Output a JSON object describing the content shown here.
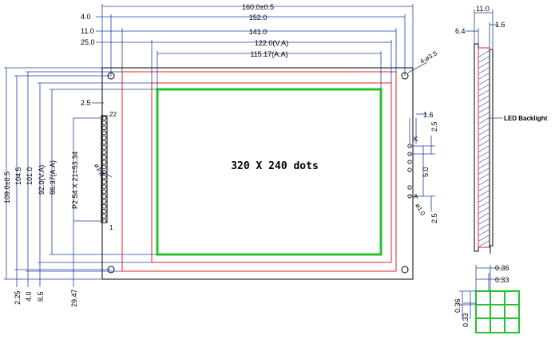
{
  "top_dims": {
    "overall": "160.0±0.5",
    "d152": "152.0",
    "d141": "141.0",
    "va": "122.0(V.A)",
    "aa": "115.17(A.A)",
    "off4": "4.0",
    "off11": "11.0",
    "off25": "25.0"
  },
  "left_dims": {
    "overall": "109.0±0.5",
    "d1045": "104.5",
    "d101": "101.0",
    "va": "92.0(V.A)",
    "aa": "86.37(A.A)",
    "pitch": "P2.54 X 21=53.34"
  },
  "bottom_dims": {
    "b225": "2.25",
    "b40": "4.0",
    "b85": "8.5",
    "b2947": "29.47"
  },
  "connector": {
    "top_offset": "2.5",
    "pin_first": "22",
    "pin_last": "1",
    "pad": "ø1.0"
  },
  "holes_label": "4-ø3.5",
  "display_text": "320 X 240 dots",
  "led_pins": {
    "width": "1.6",
    "k_label": "K",
    "a_label": "A",
    "spacing": "5.0",
    "gap1": "2.5",
    "gap2": "2.5",
    "pad": "ø1.0"
  },
  "side_view": {
    "thickness": "11.0",
    "d64": "6.4",
    "d16": "1.6",
    "backlight_label": "LED Backlight"
  },
  "pixel_detail": {
    "pitch_h": "0.36",
    "dot_h": "0.33",
    "pitch_v": "0.36",
    "dot_v": "0.33"
  }
}
